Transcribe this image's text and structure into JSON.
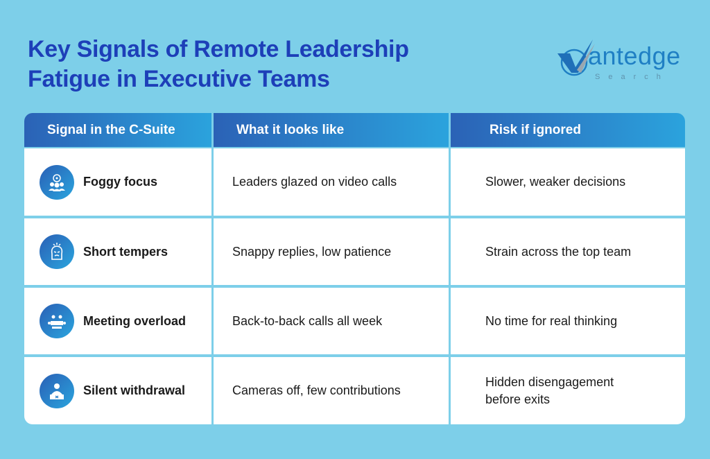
{
  "title": {
    "line1": "Key Signals of Remote Leadership",
    "line2": "Fatigue in Executive Teams"
  },
  "logo": {
    "word": "antedge",
    "sub": "Search",
    "brand": "Vantedge Search"
  },
  "colors": {
    "background": "#7dcfe9",
    "title": "#1d3fb8",
    "header_start": "#2b62b6",
    "header_end": "#2ba3dd"
  },
  "headers": [
    "Signal in the C-Suite",
    "What it looks like",
    "Risk if ignored"
  ],
  "rows": [
    {
      "icon": "focus-target-people-icon",
      "signal": "Foggy focus",
      "looks": "Leaders glazed on video calls",
      "risk": "Slower, weaker decisions"
    },
    {
      "icon": "angry-head-icon",
      "signal": "Short tempers",
      "looks": "Snappy replies, low patience",
      "risk": "Strain across the top team"
    },
    {
      "icon": "meeting-table-icon",
      "signal": "Meeting overload",
      "looks": "Back-to-back calls all week",
      "risk": "No time for real thinking"
    },
    {
      "icon": "withdrawn-person-icon",
      "signal": "Silent withdrawal",
      "looks": "Cameras off, few contributions",
      "risk": "Hidden disengagement before exits"
    }
  ]
}
